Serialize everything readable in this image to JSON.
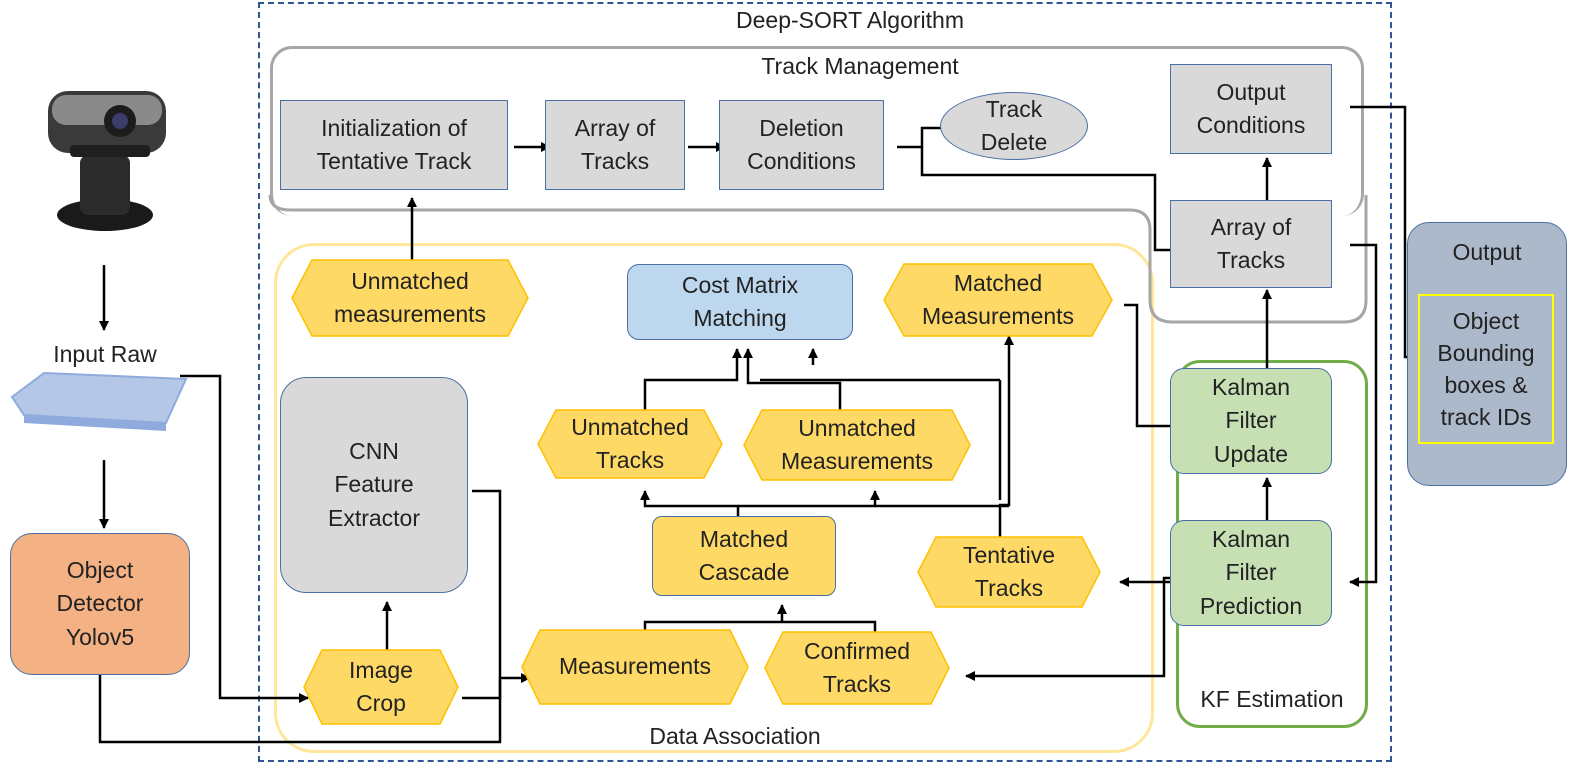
{
  "title": "Deep-SORT Algorithm",
  "groups": {
    "track_management": "Track Management",
    "data_association": "Data Association",
    "kf_estimation": "KF Estimation"
  },
  "input": {
    "raw_image": "Input Raw\nImage",
    "detector": "Object\nDetector\nYolov5"
  },
  "track_management": {
    "init_tentative": "Initialization of\nTentative Track",
    "array_tracks_1": "Array of\nTracks",
    "deletion": "Deletion\nConditions",
    "track_delete": "Track\nDelete",
    "output_conditions": "Output\nConditions",
    "array_tracks_2": "Array of\nTracks"
  },
  "data_association": {
    "unmatched_measurements_top": "Unmatched\nmeasurements",
    "cost_matrix": "Cost Matrix\nMatching",
    "matched_measurements": "Matched\nMeasurements",
    "cnn": "CNN\nFeature\nExtractor",
    "unmatched_tracks": "Unmatched\nTracks",
    "unmatched_measurements": "Unmatched\nMeasurements",
    "matched_cascade": "Matched\nCascade",
    "tentative_tracks": "Tentative\nTracks",
    "image_crop": "Image\nCrop",
    "measurements": "Measurements",
    "confirmed_tracks": "Confirmed\nTracks"
  },
  "kf": {
    "update": "Kalman\nFilter\nUpdate",
    "prediction": "Kalman\nFilter\nPrediction"
  },
  "output": {
    "title": "Output",
    "content": "Object\nBounding\nboxes &\ntrack IDs"
  },
  "colors": {
    "yellow": "#ffd966",
    "gray": "#d9d9d9",
    "blue": "#bdd7ee",
    "green": "#c6e0b4",
    "orange": "#f4b183",
    "output_bg": "#acb9ca",
    "dashed_border": "#2f5597"
  }
}
